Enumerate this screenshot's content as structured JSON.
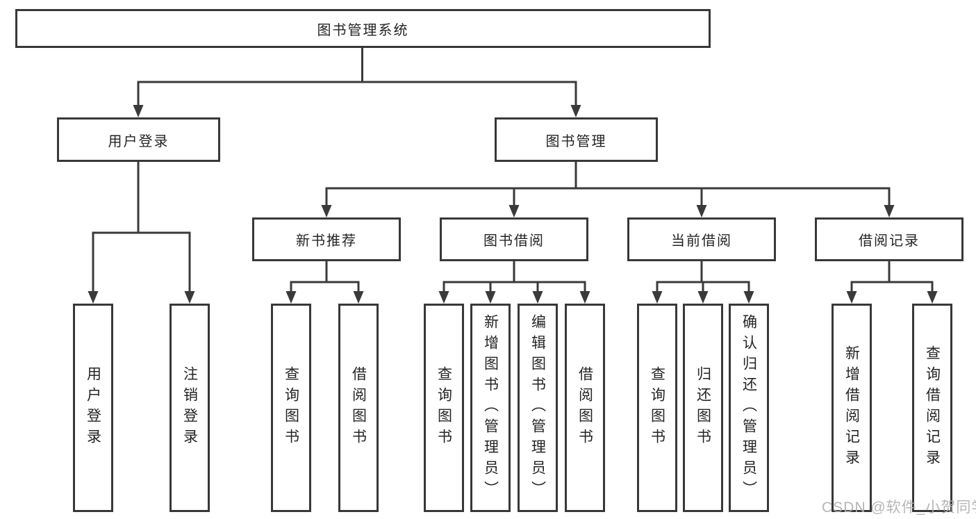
{
  "diagram": {
    "root": {
      "label": "图书管理系统"
    },
    "branches": [
      {
        "label": "用户登录",
        "leaves": [
          {
            "label": "用户登录"
          },
          {
            "label": "注销登录"
          }
        ]
      },
      {
        "label": "图书管理",
        "groups": [
          {
            "label": "新书推荐",
            "leaves": [
              {
                "label": "查询图书"
              },
              {
                "label": "借阅图书"
              }
            ]
          },
          {
            "label": "图书借阅",
            "leaves": [
              {
                "label": "查询图书"
              },
              {
                "label": "新增图书（管理员）"
              },
              {
                "label": "编辑图书（管理员）"
              },
              {
                "label": "借阅图书"
              }
            ]
          },
          {
            "label": "当前借阅",
            "leaves": [
              {
                "label": "查询图书"
              },
              {
                "label": "归还图书"
              },
              {
                "label": "确认归还（管理员）"
              }
            ]
          },
          {
            "label": "借阅记录",
            "leaves": [
              {
                "label": "新增借阅记录"
              },
              {
                "label": "查询借阅记录"
              }
            ]
          }
        ]
      }
    ],
    "watermark": "CSDN @软件_小贺同学",
    "colors": {
      "line": "#3a3a3a",
      "box_border": "#383838",
      "text": "#242424",
      "watermark": "#afafaf",
      "background": "#ffffff"
    }
  }
}
